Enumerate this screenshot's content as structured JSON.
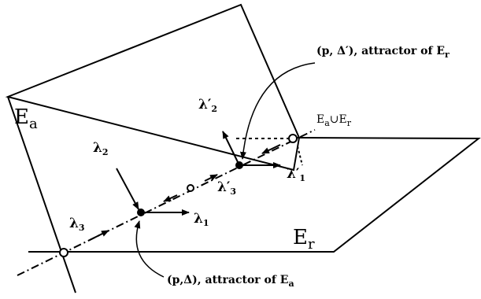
{
  "planes": {
    "attracting_label": "E",
    "attracting_sub": "a",
    "repelling_label": "E",
    "repelling_sub": "r"
  },
  "intersection_label": {
    "main": "E",
    "sub_a": "a",
    "union": "∪",
    "e2": "E",
    "sub_r": "r"
  },
  "annotations": {
    "top": {
      "prefix": "(p,  Δ′), attractor of ",
      "E": "E",
      "sub": "r"
    },
    "bottom": {
      "prefix": "(p,Δ), attractor of ",
      "E": "E",
      "sub": "a"
    }
  },
  "eigen": {
    "lambda1": {
      "base": "λ",
      "sub": "1"
    },
    "lambda2": {
      "base": "λ",
      "sub": "2"
    },
    "lambda3": {
      "base": "λ",
      "sub": "3"
    },
    "lambda1p": {
      "base": "λ′",
      "sub": "1"
    },
    "lambda2p": {
      "base": "λ′",
      "sub": "2"
    },
    "lambda3p": {
      "base": "λ′",
      "sub": "3"
    }
  }
}
